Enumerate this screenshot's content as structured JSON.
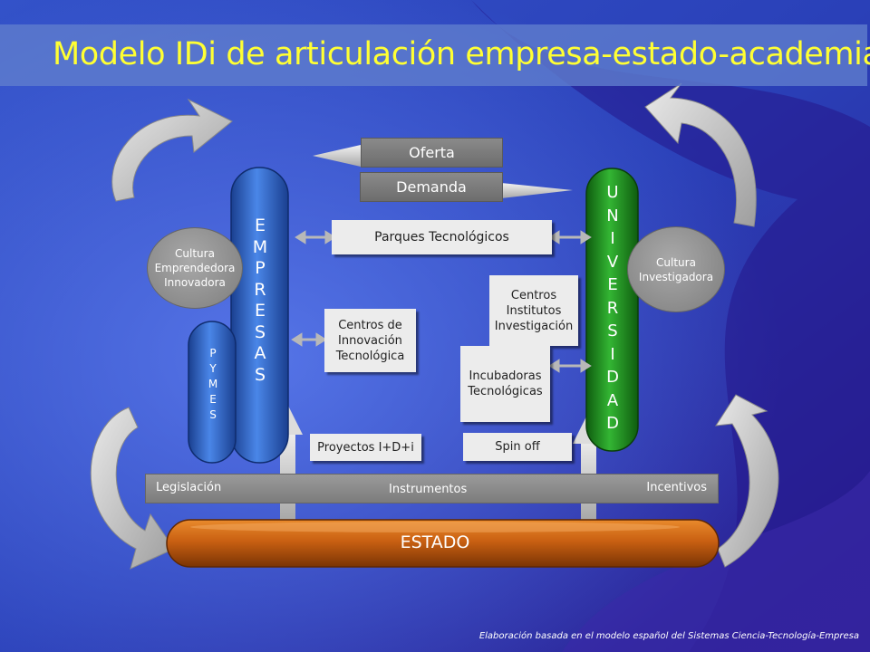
{
  "title": "Modelo IDi de articulación empresa-estado-academia",
  "oferta": "Oferta",
  "demanda": "Demanda",
  "parques": "Parques Tecnológicos",
  "empresas_letters": [
    "E",
    "M",
    "P",
    "R",
    "E",
    "S",
    "A",
    "S"
  ],
  "pymes_letters": [
    "P",
    "Y",
    "M",
    "E",
    "S"
  ],
  "universidad_letters": [
    "U",
    "N",
    "I",
    "V",
    "E",
    "R",
    "S",
    "I",
    "D",
    "A",
    "D"
  ],
  "cultura_emprendedora": [
    "Cultura",
    "Emprendedora",
    "Innovadora"
  ],
  "cultura_investigadora": [
    "Cultura",
    "Investigadora"
  ],
  "centros_innovacion": [
    "Centros de",
    "Innovación",
    "Tecnológica"
  ],
  "centros_institutos": [
    "Centros",
    "Institutos",
    "Investigación"
  ],
  "incubadoras": [
    "Incubadoras",
    "Tecnológicas"
  ],
  "proyectos": "Proyectos I+D+i",
  "spin_off": "Spin off",
  "legislacion": "Legislación",
  "instrumentos": "Instrumentos",
  "incentivos": "Incentivos",
  "estado": "ESTADO",
  "footer": "Elaboración basada en el modelo español del Sistemas Ciencia-Tecnología-Empresa",
  "colors": {
    "title": "#ffff33",
    "empresas": "#2a5bb5",
    "universidad": "#1e8a1e",
    "estado": "#c8620f",
    "bg_dark": "#1c2a9e",
    "bg_light": "#4a62d8"
  }
}
